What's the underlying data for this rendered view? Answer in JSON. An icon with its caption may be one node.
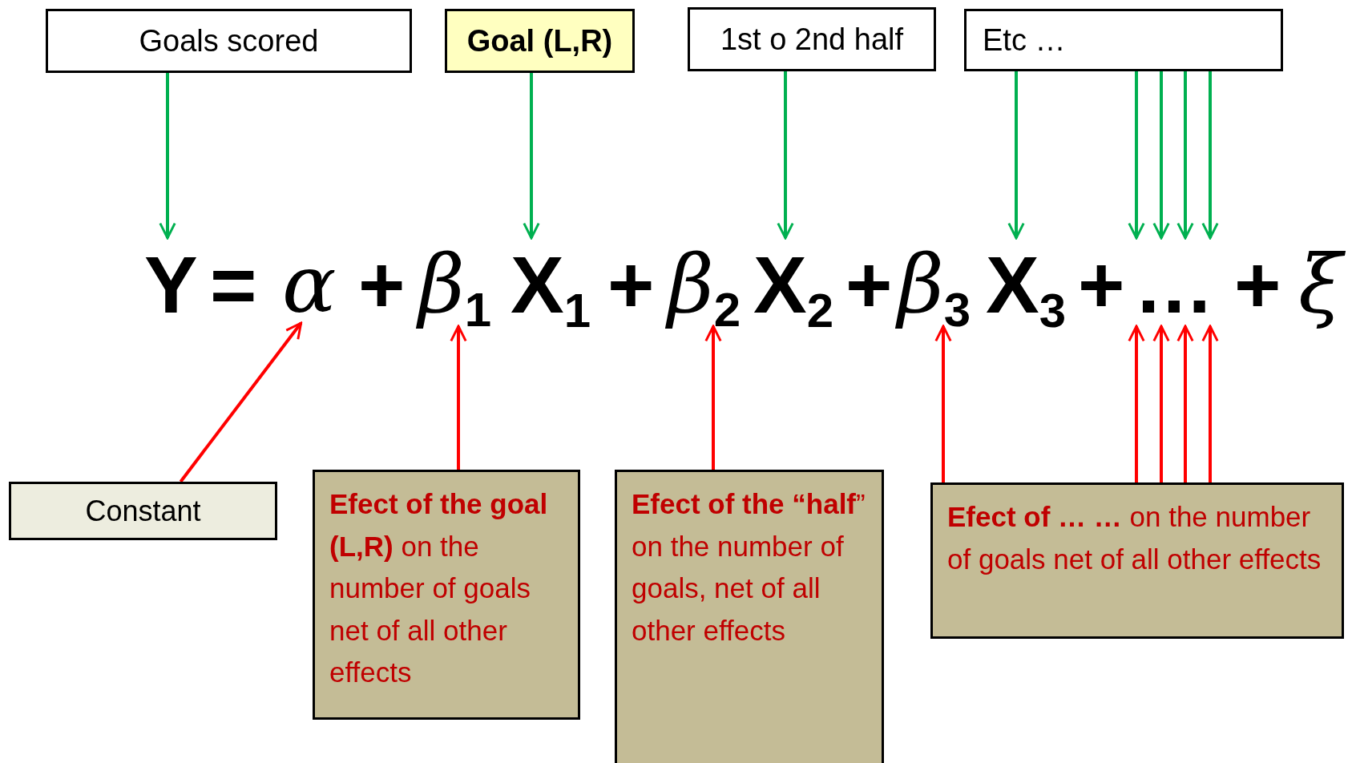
{
  "diagram": {
    "nodes": [
      {
        "text": [
          "Goals scored"
        ]
      },
      {
        "text": [
          "Goal (L,R)"
        ]
      },
      {
        "text": [
          "1st o 2nd half"
        ]
      },
      {
        "text": [
          "Etc …"
        ]
      },
      {
        "text": [
          "Y"
        ]
      },
      {
        "text": [
          "α"
        ]
      },
      {
        "text": [
          "β$_{1}$"
        ]
      },
      {
        "text": [
          "X$_{1}$"
        ]
      },
      {
        "text": [
          "β$_{2}$"
        ]
      },
      {
        "text": [
          "X$_{2}$"
        ]
      },
      {
        "text": [
          "β$_{3}$"
        ]
      },
      {
        "text": [
          "X$_{3}$"
        ]
      },
      {
        "text": [
          "…"
        ]
      },
      {
        "text": [
          "Constant"
        ]
      },
      {
        "text": [
          "**Efect of the goal (L,R)** on the number of goals net of all other effects"
        ]
      },
      {
        "text": [
          "**Efect of the “half**” on the number of goals, net of all other effects"
        ]
      },
      {
        "text": [
          "**Efect of … …** on the number of goals net of all other effects"
        ]
      }
    ],
    "edges": [
      {
        "from": 0,
        "to": 4,
        "arrow": "to",
        "color": "#00b050"
      },
      {
        "from": 1,
        "to": 7,
        "arrow": "to",
        "color": "#00b050"
      },
      {
        "from": 2,
        "to": 9,
        "arrow": "to",
        "color": "#00b050"
      },
      {
        "from": 3,
        "to": 11,
        "arrow": "to",
        "color": "#00b050"
      },
      {
        "from": 3,
        "to": 12,
        "arrow": "to",
        "color": "#00b050"
      },
      {
        "from": 3,
        "to": 12,
        "arrow": "to",
        "color": "#00b050"
      },
      {
        "from": 3,
        "to": 12,
        "arrow": "to",
        "color": "#00b050"
      },
      {
        "from": 3,
        "to": 12,
        "arrow": "to",
        "color": "#00b050"
      },
      {
        "from": 13,
        "to": 5,
        "arrow": "to",
        "color": "#ff0000"
      },
      {
        "from": 14,
        "to": 6,
        "arrow": "to",
        "color": "#ff0000"
      },
      {
        "from": 15,
        "to": 8,
        "arrow": "to",
        "color": "#ff0000"
      },
      {
        "from": 16,
        "to": 10,
        "arrow": "to",
        "color": "#ff0000"
      },
      {
        "from": 16,
        "to": 12,
        "arrow": "to",
        "color": "#ff0000"
      },
      {
        "from": 16,
        "to": 12,
        "arrow": "to",
        "color": "#ff0000"
      },
      {
        "from": 16,
        "to": 12,
        "arrow": "to",
        "color": "#ff0000"
      },
      {
        "from": 16,
        "to": 12,
        "arrow": "to",
        "color": "#ff0000"
      }
    ],
    "labels": [
      "=",
      "+",
      "+",
      "+",
      "+",
      "+",
      "ξ"
    ]
  }
}
